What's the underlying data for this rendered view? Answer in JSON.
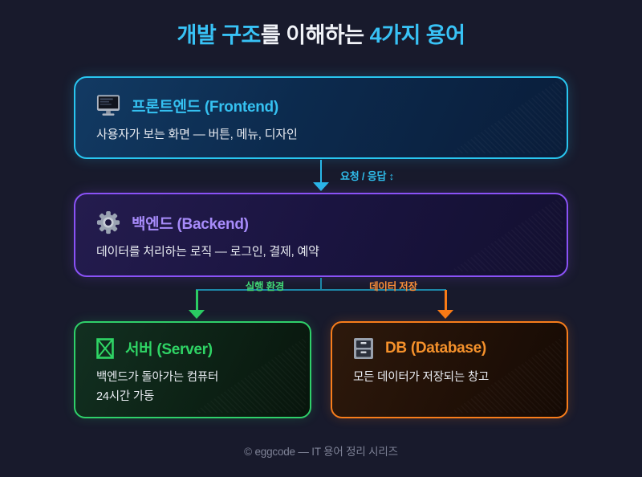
{
  "page": {
    "background": "#181a2c",
    "title": {
      "segments": [
        {
          "text": "개발 구조",
          "color": "#38c2f5"
        },
        {
          "text": "를 이해하는 ",
          "color": "#f1f3f8"
        },
        {
          "text": "4가지 용어",
          "color": "#38c2f5"
        }
      ]
    },
    "footer": "© eggcode — IT 용어 정리 시리즈"
  },
  "nodes": {
    "frontend": {
      "icon": "monitor-icon",
      "title": "프론트엔드 (Frontend)",
      "title_color": "#35c1f1",
      "description": "사용자가 보는 화면 — 버튼, 메뉴, 디자인",
      "accent": "#29c6f0"
    },
    "backend": {
      "icon": "gear-icon",
      "title": "백엔드 (Backend)",
      "title_color": "#a78bfa",
      "description": "데이터를 처리하는 로직 — 로그인, 결제, 예약",
      "accent": "#8a52f6"
    },
    "server": {
      "icon": "missing-glyph-icon",
      "title": "서버 (Server)",
      "title_color": "#2fd465",
      "description_line1": "백엔드가 돌아가는 컴퓨터",
      "description_line2": "24시간 가동",
      "accent": "#2fd06a"
    },
    "database": {
      "icon": "file-cabinet-icon",
      "title": "DB (Database)",
      "title_color": "#f5912b",
      "description": "모든 데이터가 저장되는 창고",
      "accent": "#f87d1b"
    }
  },
  "connectors": {
    "frontend_backend": {
      "label": "요청 / 응답 ↕",
      "color": "#2fbbe9",
      "line_color": "#29b7e8"
    },
    "trunk": {
      "line_color": "#1d87a8"
    },
    "backend_server": {
      "label": "실행 환경",
      "color": "#41d475",
      "line_color": "#2bcb63"
    },
    "backend_database": {
      "label": "데이터 저장",
      "color": "#fb8e38",
      "line_color": "#f97b16"
    }
  }
}
